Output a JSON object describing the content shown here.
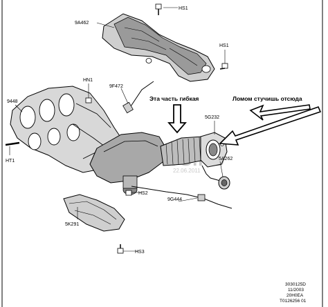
{
  "part_labels": {
    "hs1_top": "HS1",
    "p9a462": "9A462",
    "hs1_right": "HS1",
    "hn1": "HN1",
    "p9f472": "9F472",
    "p9448": "9448",
    "ht1": "HT1",
    "p5g232": "5G232",
    "p5a262": "5A262",
    "hs2": "HS2",
    "p9g444": "9G444",
    "p5k291": "5K291",
    "hs3": "HS3"
  },
  "annotations": {
    "flexible_part": "Эта часть гибкая",
    "crowbar_here": "Ломом стучишь отсюда"
  },
  "watermark": {
    "site": "ELCATS.RU",
    "date": "22.06.2011"
  },
  "caption": {
    "line1": "3030125D",
    "line2": "11/2003",
    "line3": "20H0EA",
    "line4": "T0126256 01"
  },
  "colors": {
    "line": "#000000",
    "shade": "#b5b5b5",
    "dark": "#555555",
    "watermark": "#c8c8c8"
  }
}
